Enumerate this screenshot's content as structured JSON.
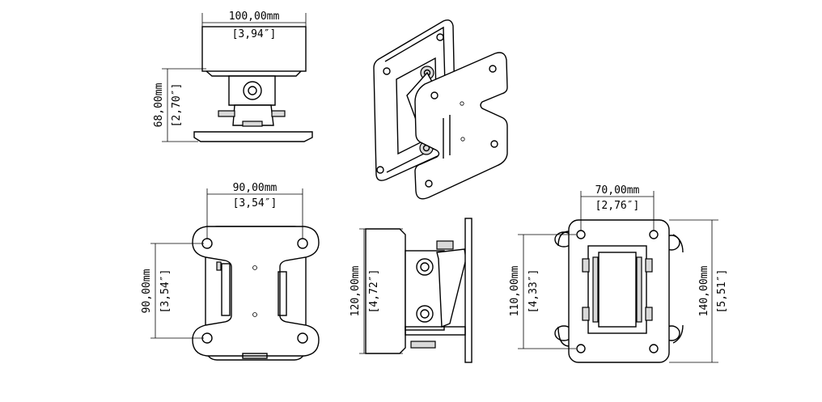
{
  "colors": {
    "line": "#000000",
    "background": "#ffffff",
    "shade": "#d9d9d9"
  },
  "dimensions": {
    "top_width_mm": "100,00mm",
    "top_width_in": "[3,94″]",
    "top_height_mm": "68,00mm",
    "top_height_in": "[2,70″]",
    "front_width_mm": "90,00mm",
    "front_width_in": "[3,54″]",
    "front_height_mm": "90,00mm",
    "front_height_in": "[3,54″]",
    "side_height_mm": "120,00mm",
    "side_height_in": "[4,72″]",
    "back_width_mm": "70,00mm",
    "back_width_in": "[2,76″]",
    "back_inner_height_mm": "110,00mm",
    "back_inner_height_in": "[4,33″]",
    "back_outer_height_mm": "140,00mm",
    "back_outer_height_in": "[5,51″]"
  }
}
